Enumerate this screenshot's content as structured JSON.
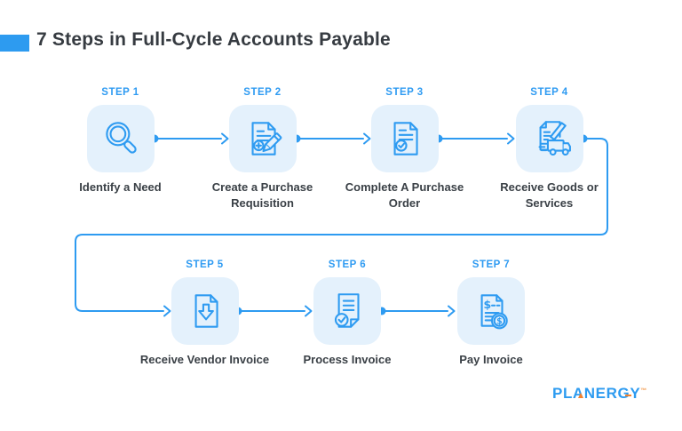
{
  "header": {
    "title": "7 Steps in Full-Cycle Accounts Payable"
  },
  "colors": {
    "accent_blue": "#2E9BF1",
    "card_bg": "#E4F1FC",
    "title_color": "#363B41",
    "logo_blue": "#2D9BF0",
    "logo_orange": "#F4812C"
  },
  "steps": [
    {
      "label": "STEP 1",
      "title": "Identify a Need",
      "icon": "magnifier-icon"
    },
    {
      "label": "STEP 2",
      "title": "Create a Purchase Requisition",
      "icon": "document-pencil-icon"
    },
    {
      "label": "STEP 3",
      "title": "Complete A Purchase Order",
      "icon": "document-check-icon"
    },
    {
      "label": "STEP 4",
      "title": "Receive Goods or Services",
      "icon": "document-truck-icon"
    },
    {
      "label": "STEP 5",
      "title": "Receive Vendor Invoice",
      "icon": "document-download-icon"
    },
    {
      "label": "STEP 6",
      "title": "Process Invoice",
      "icon": "invoice-check-icon"
    },
    {
      "label": "STEP 7",
      "title": "Pay Invoice",
      "icon": "invoice-payment-icon"
    }
  ],
  "footer": {
    "logo_text": "PLANERGY",
    "trademark": "™"
  }
}
